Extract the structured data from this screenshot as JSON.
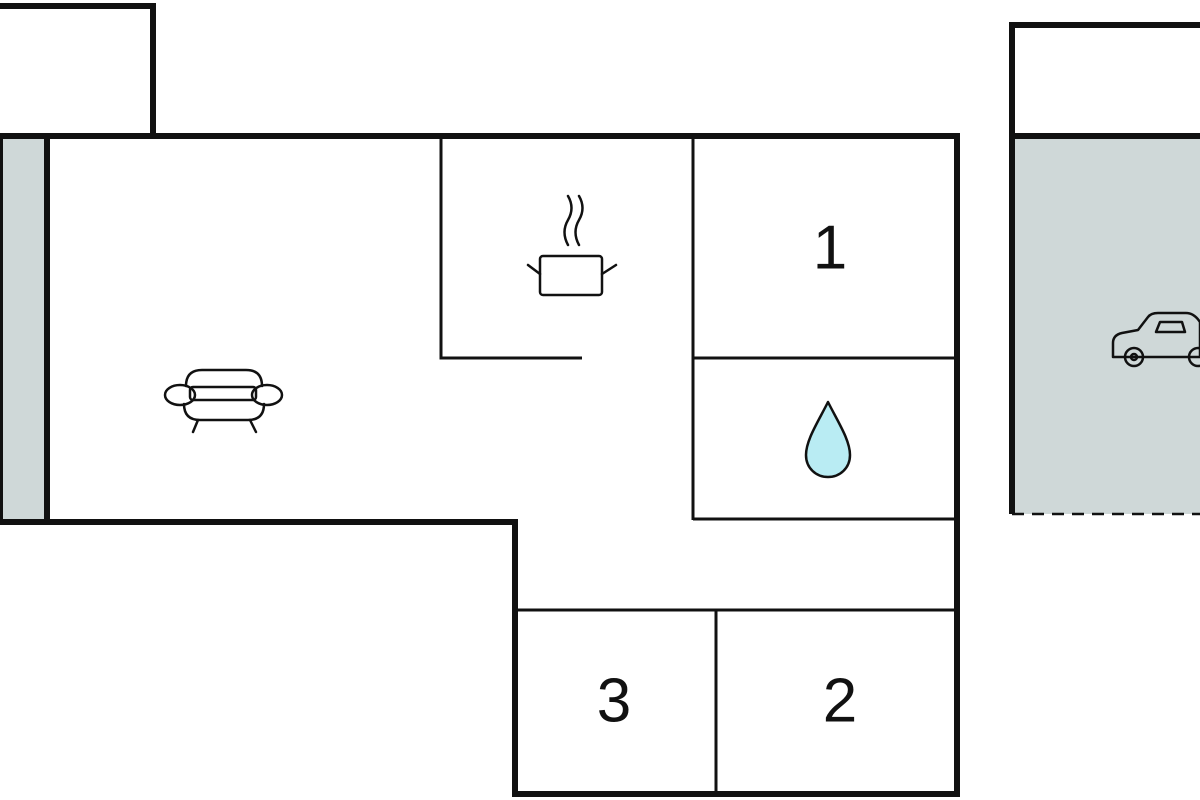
{
  "floorplan": {
    "colors": {
      "wall": "#111111",
      "background": "#ffffff",
      "shaded_area": "#cfd8d8",
      "water_fill": "#b9ecf3"
    },
    "rooms": [
      {
        "id": "bedroom-1",
        "label": "1"
      },
      {
        "id": "bedroom-2",
        "label": "2"
      },
      {
        "id": "bedroom-3",
        "label": "3"
      }
    ],
    "icons": {
      "living_room": "sofa-icon",
      "kitchen": "cooking-pot-icon",
      "bathroom": "water-drop-icon",
      "garage": "car-icon"
    }
  }
}
